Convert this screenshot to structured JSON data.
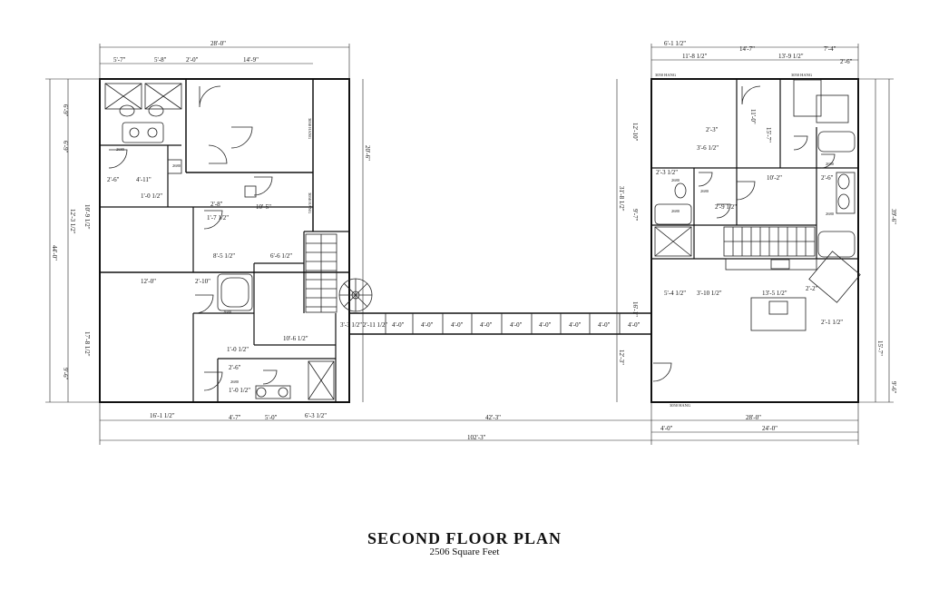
{
  "title": "SECOND FLOOR PLAN",
  "subtitle": "2506 Square Feet",
  "dimensions": {
    "left_overall": "28'-0\"",
    "left_top": [
      "5'-7\"",
      "5'-8\"",
      "2'-0\"",
      "14'-9\""
    ],
    "right_top_a": "6'-1 1/2\"",
    "right_top_b": "14'-7\"",
    "right_top_c": "7'-4\"",
    "right_top_d": "11'-8 1/2\"",
    "right_top_e": "13'-9 1/2\"",
    "right_top_f": "2'-6\"",
    "bottom_left": [
      "16'-1 1/2\"",
      "4'-7\"",
      "5'-0\"",
      "6'-3 1/2\""
    ],
    "bottom_mid": "42'-3\"",
    "bottom_right": "28'-0\"",
    "bottom_right2": [
      "4'-0\"",
      "24'-0\""
    ],
    "overall": "102'-3\"",
    "bridge": [
      "3'-3 1/2\"",
      "2'-11 1/2\"",
      "4'-0\"",
      "4'-0\"",
      "4'-0\"",
      "4'-0\"",
      "4'-0\"",
      "4'-0\"",
      "4'-0\"",
      "4'-0\"",
      "4'-0\""
    ],
    "left_vert": [
      "44'-0\"",
      "12'-3 1/2\"",
      "6'-9\"",
      "6'-9\"",
      "10'-9 1/2\"",
      "17'-8 1/2\"",
      "9'-6\""
    ],
    "right_vert": [
      "31'-8 1/2\"",
      "20'-6\"",
      "12'-10\"",
      "9'-7\"",
      "16'-1\"",
      "12'-3\"",
      "39'-6\"",
      "15'-7\"",
      "9'-6\""
    ],
    "interior": [
      "12'-0\"",
      "10'-5\"",
      "2'-8\"",
      "1'-7 1/2\"",
      "8'-5 1/2\"",
      "6'-6 1/2\"",
      "10'-6 1/2\"",
      "4'-11\"",
      "2'-6\"",
      "1'-0 1/2\"",
      "2'-10\"",
      "1'-0 1/2\"",
      "2'-6\"",
      "1'-0 1/2\"",
      "10'-2\"",
      "5'-4 1/2\"",
      "3'-10 1/2\"",
      "13'-5 1/2\"",
      "2'-3 1/2\"",
      "3'-6 1/2\"",
      "2'-9 1/2\"",
      "2'-2\"",
      "2'-1 1/2\"",
      "2'-3\"",
      "2'-6\"",
      "11'-0\"",
      "15'-7\""
    ]
  },
  "windows": [
    "3050 HANG",
    "3050 HANG",
    "3050 HANG",
    "3050 HANG",
    "3050 HANG"
  ],
  "doors": [
    "2680",
    "2680",
    "2680",
    "2680",
    "2680",
    "2680",
    "2680",
    "2680",
    "2680"
  ]
}
